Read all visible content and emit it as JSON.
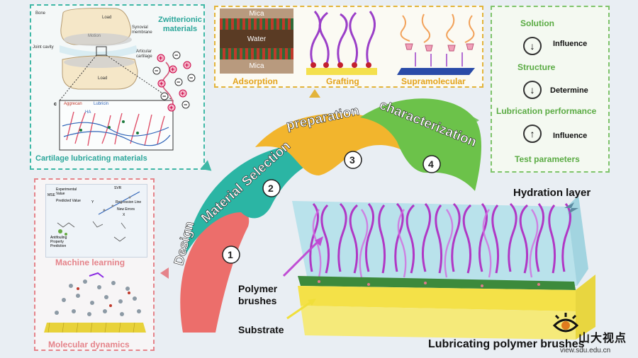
{
  "cartilage": {
    "title": "Cartilage lubricating materials",
    "bone": "Bone",
    "load_top": "Load",
    "synovial": "Synovial membrane",
    "motion": "Motion",
    "joint_cavity": "Joint cavity",
    "articular": "Articular cartilage",
    "load_bottom": "Load",
    "inset_c": "c",
    "aggrecan": "Aggrecan",
    "lubricin": "Lubricin",
    "ha": "HA",
    "zwitterionic": "Zwitterionic materials"
  },
  "top": {
    "mica_top": "Mica",
    "water": "Water",
    "mica_bottom": "Mica",
    "adsorption": "Adsorption",
    "grafting": "Grafting",
    "supramolecular": "Supramolecular"
  },
  "right": {
    "solution": "Solution",
    "influence1": "Influence",
    "structure": "Structure",
    "determine": "Determine",
    "lubrication": "Lubrication performance",
    "influence2": "Influence",
    "test": "Test parameters"
  },
  "ml": {
    "exp_value": "Experimental Value",
    "mse": "MSE",
    "pred_value": "Predicted Value",
    "y": "Y",
    "svr": "SVR",
    "reg_line": "Regression Line",
    "new_errors": "New Errors",
    "x": "X",
    "antifouling": "Antifouling Property Prediction",
    "machine_learning": "Machine learning",
    "molecular_dynamics": "Molecular dynamics"
  },
  "steps": {
    "design": "Design",
    "material": "Material Selection",
    "preparation": "preparation",
    "characterization": "characterization",
    "n1": "1",
    "n2": "2",
    "n3": "3",
    "n4": "4"
  },
  "brush": {
    "hydration": "Hydration layer",
    "polymer": "Polymer brushes",
    "substrate": "Substrate",
    "lubricating": "Lubricating polymer brushes"
  },
  "watermark": {
    "logo_text": "山大视点",
    "url": "view.sdu.edu.cn"
  },
  "colors": {
    "design": "#ec6e6b",
    "material": "#2bb5a4",
    "preparation": "#f2b52d",
    "characterization": "#6cc24a",
    "teal_panel": "#3fb8a6",
    "gold_panel": "#e3b43a",
    "green_panel": "#7fc46b",
    "pink_panel": "#e5838a"
  }
}
